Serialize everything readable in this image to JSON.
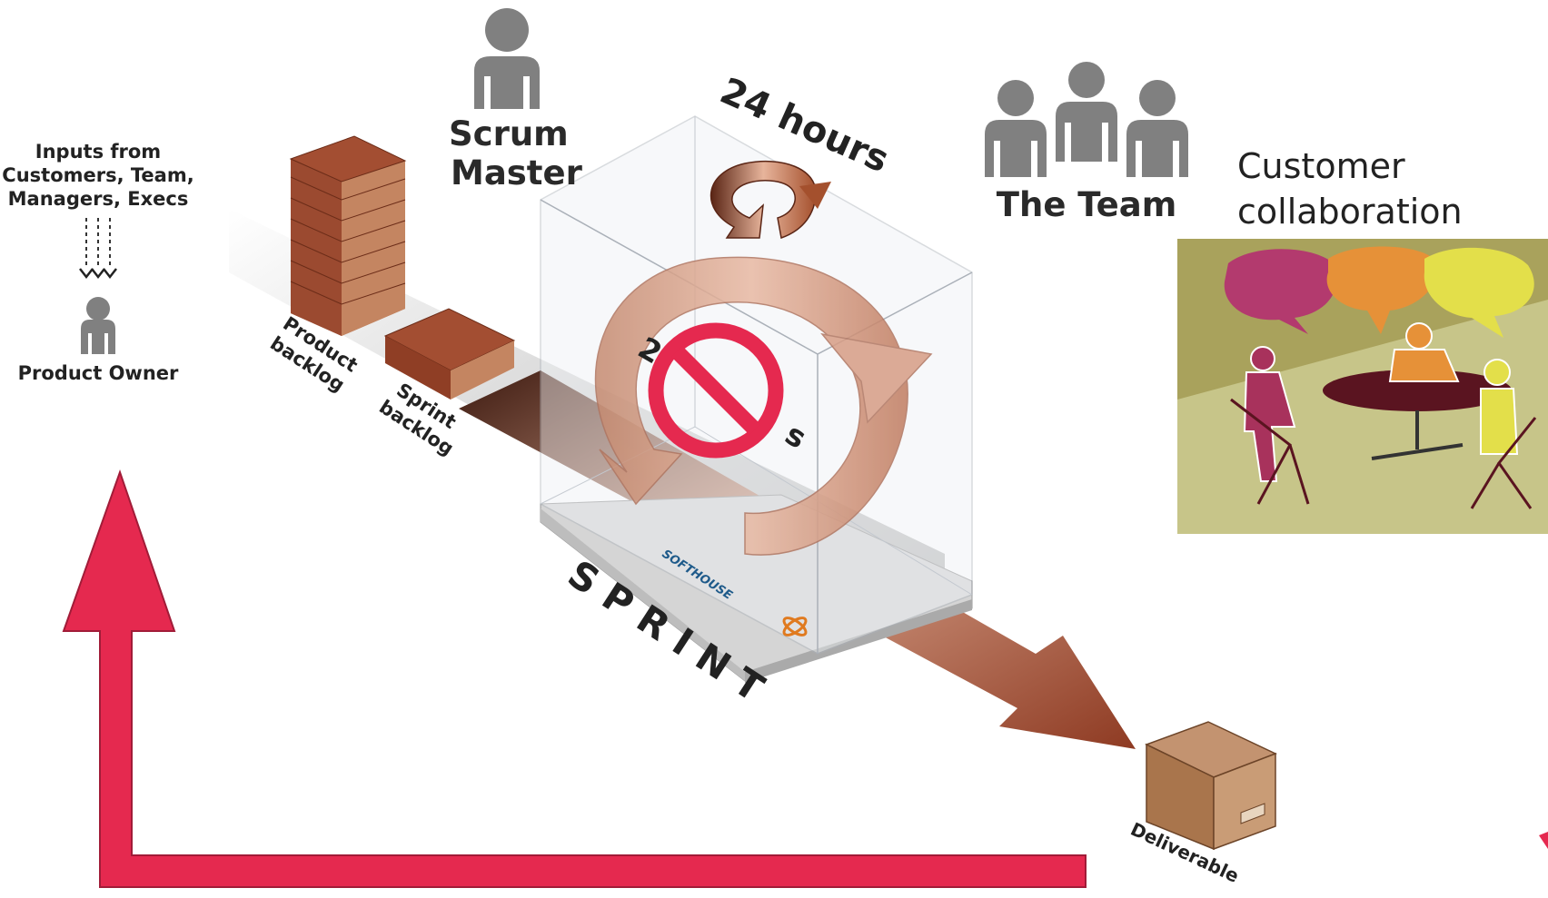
{
  "inputs": {
    "line1": "Inputs from",
    "line2": "Customers, Team,",
    "line3": "Managers, Execs"
  },
  "product_owner": "Product Owner",
  "scrum_master": {
    "line1": "Scrum",
    "line2": "Master"
  },
  "team": "The Team",
  "cycle_time": "24 hours",
  "sprint_length": {
    "visible_prefix": "2–",
    "visible_suffix": "s"
  },
  "product_backlog": {
    "line1": "Product",
    "line2": "backlog"
  },
  "sprint_backlog": {
    "line1": "Sprint",
    "line2": "backlog"
  },
  "sprint": "S P R I N T",
  "brand": "SOFTHOUSE",
  "deliverable": "Deliverable",
  "customer_collaboration": {
    "line1": "Customer",
    "line2": "collaboration"
  },
  "colors": {
    "feedback_arrow": "#e5294f",
    "no_sign": "#e5294f",
    "person": "#808080",
    "brick": "#9b4a30",
    "deliverable_box": "#a9754c",
    "illustration_bg": "#a9a25c"
  }
}
